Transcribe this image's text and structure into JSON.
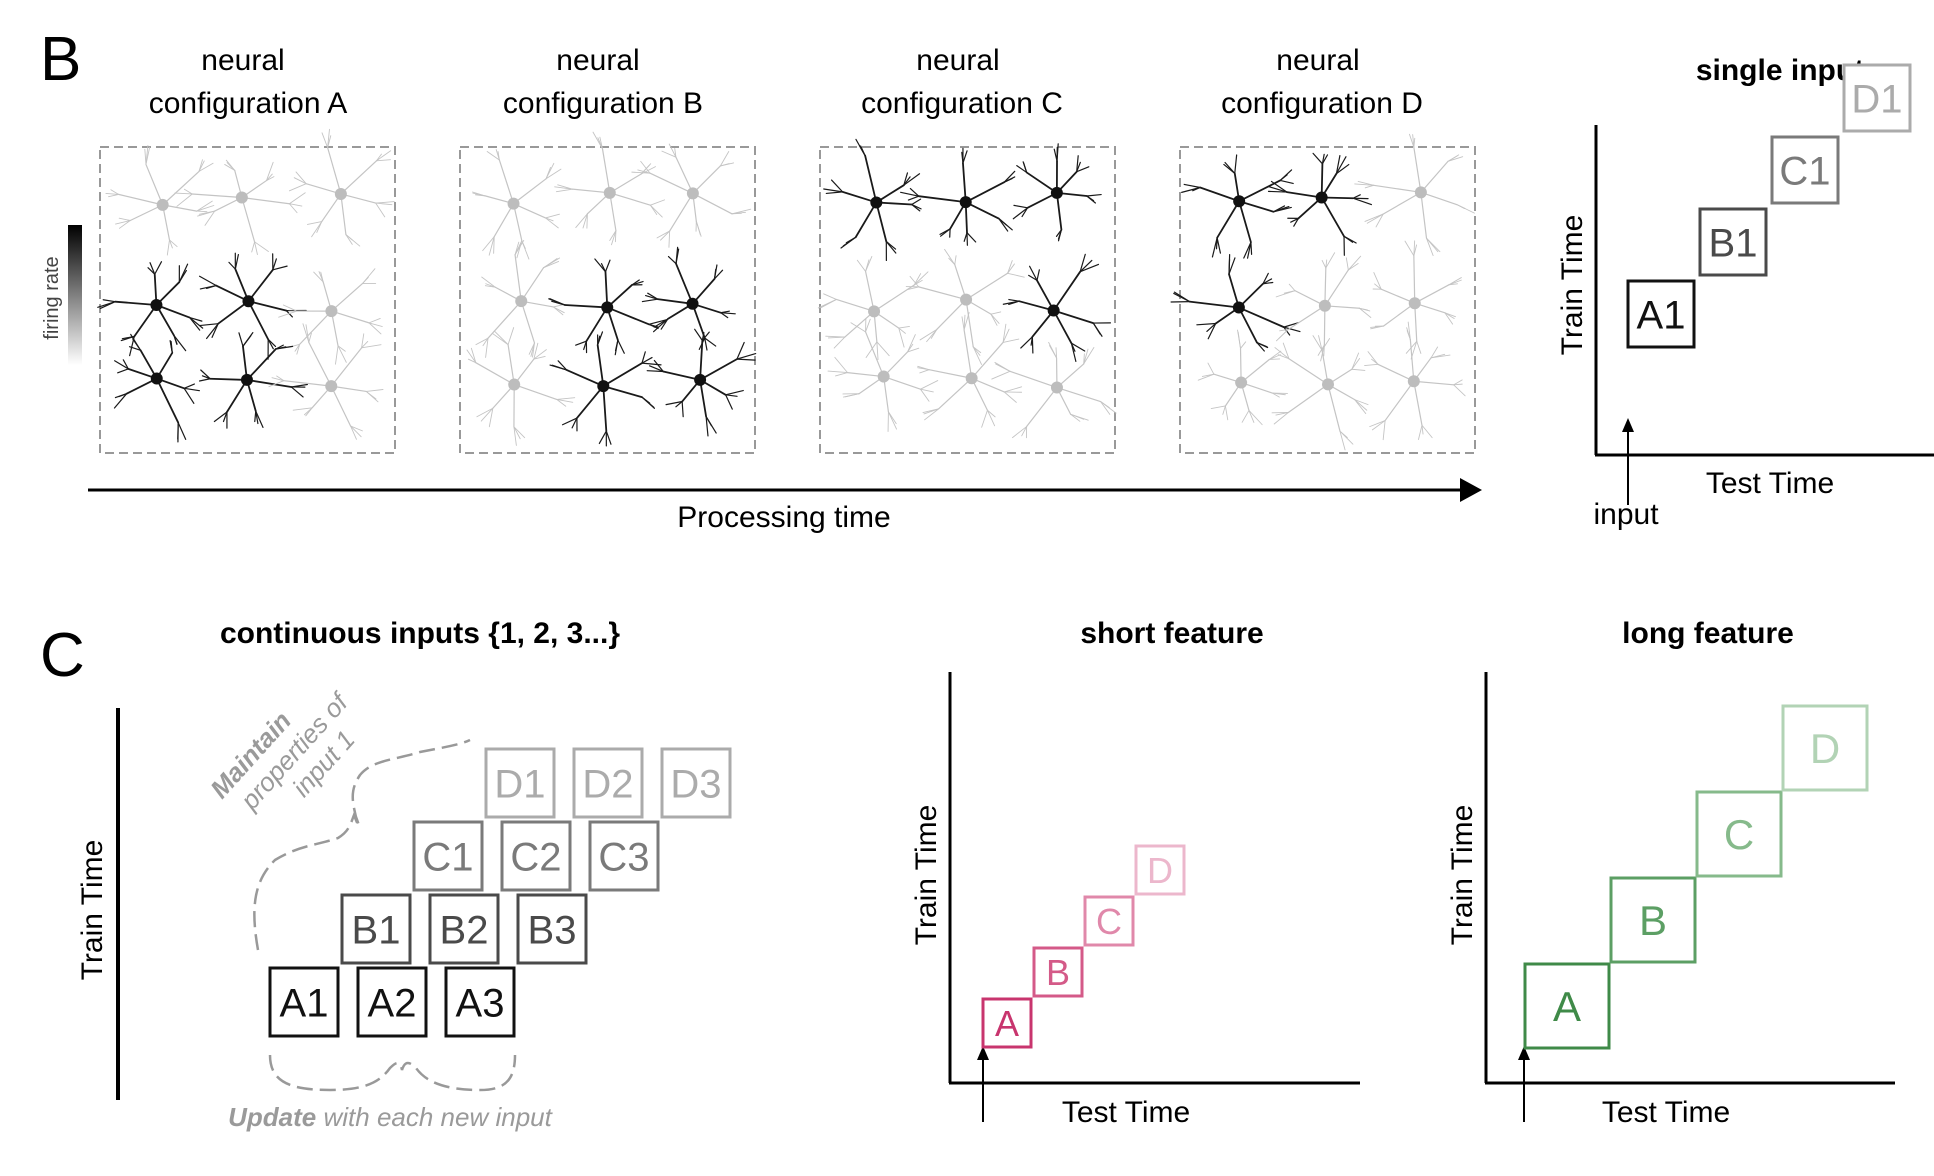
{
  "panel_b": {
    "letter": "B",
    "configs": [
      {
        "line1": "neural",
        "line2": "configuration A",
        "active": [
          0,
          0,
          0,
          1,
          1,
          0,
          1,
          1,
          0
        ]
      },
      {
        "line1": "neural",
        "line2": "configuration B",
        "active": [
          0,
          0,
          0,
          0,
          1,
          1,
          0,
          1,
          1
        ]
      },
      {
        "line1": "neural",
        "line2": "configuration C",
        "active": [
          1,
          1,
          1,
          0,
          0,
          1,
          0,
          0,
          0
        ]
      },
      {
        "line1": "neural",
        "line2": "configuration D",
        "active": [
          1,
          1,
          0,
          1,
          0,
          0,
          0,
          0,
          0
        ]
      }
    ],
    "colorbar_label": "firing rate",
    "time_axis_label": "Processing time",
    "single_input": {
      "title": "single input",
      "ylabel": "Train Time",
      "xlabel": "Test Time",
      "arrow_label": "input",
      "boxes": [
        "A1",
        "B1",
        "C1",
        "D1"
      ],
      "colors": [
        "#111111",
        "#4a4a4a",
        "#7a7a7a",
        "#ababab"
      ]
    }
  },
  "panel_c": {
    "letter": "C",
    "title": "continuous inputs {1, 2, 3...}",
    "ylabel": "Train Time",
    "grid": [
      [
        "A1",
        "A2",
        "A3"
      ],
      [
        "B1",
        "B2",
        "B3"
      ],
      [
        "C1",
        "C2",
        "C3"
      ],
      [
        "D1",
        "D2",
        "D3"
      ]
    ],
    "row_colors": [
      "#111111",
      "#4a4a4a",
      "#7a7a7a",
      "#ababab"
    ],
    "maintain_bold": "Maintain",
    "maintain_rest_1": "properties of",
    "maintain_rest_2": "input 1",
    "update_bold": "Update",
    "update_rest": " with each new input",
    "short_feature": {
      "title": "short feature",
      "ylabel": "Train Time",
      "xlabel": "Test Time",
      "boxes": [
        "A",
        "B",
        "C",
        "D"
      ],
      "colors": [
        "#c8356e",
        "#d45a88",
        "#e088aa",
        "#ecb7cc"
      ]
    },
    "long_feature": {
      "title": "long feature",
      "ylabel": "Train Time",
      "xlabel": "Test Time",
      "boxes": [
        "A",
        "B",
        "C",
        "D"
      ],
      "colors": [
        "#3f8a48",
        "#5c9f64",
        "#86ba8b",
        "#b2d3b5"
      ]
    }
  }
}
